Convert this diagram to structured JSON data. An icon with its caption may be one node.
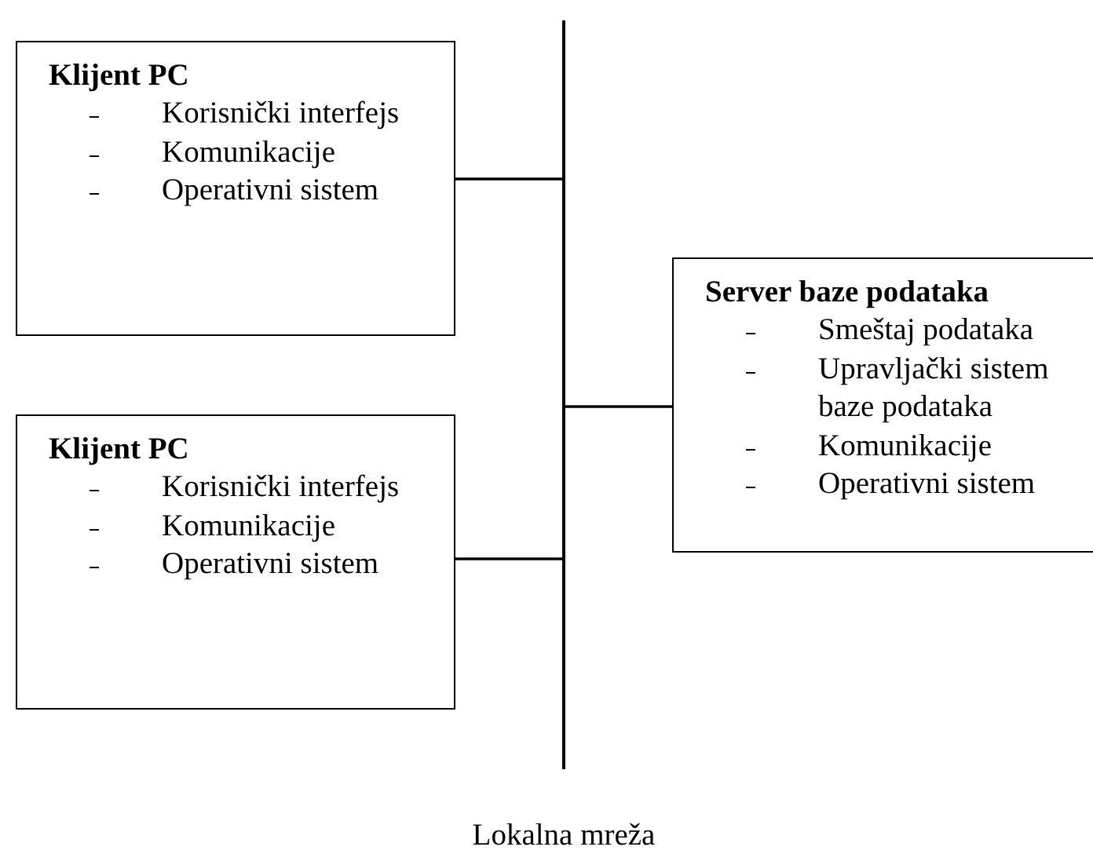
{
  "diagram": {
    "nodes": [
      {
        "text": [
          "Klijent PC",
          "Korisnički interfejs",
          "Komunikacije",
          "Operativni sistem"
        ]
      },
      {
        "text": [
          "Klijent PC",
          "Korisnički interfejs",
          "Komunikacije",
          "Operativni sistem"
        ]
      },
      {
        "text": [
          "Server baze podataka",
          "Smeštaj podataka",
          "Upravljački sistem baze podataka",
          "Komunikacije",
          "Operativni sistem"
        ]
      },
      {
        "text": [],
        "shape": "bar",
        "beside": [
          "Lokalna mreža"
        ]
      }
    ],
    "edges": [
      {
        "from": 0,
        "to": 3,
        "arrow": "none"
      },
      {
        "from": 1,
        "to": 3,
        "arrow": "none"
      },
      {
        "from": 3,
        "to": 2,
        "arrow": "none"
      }
    ]
  }
}
